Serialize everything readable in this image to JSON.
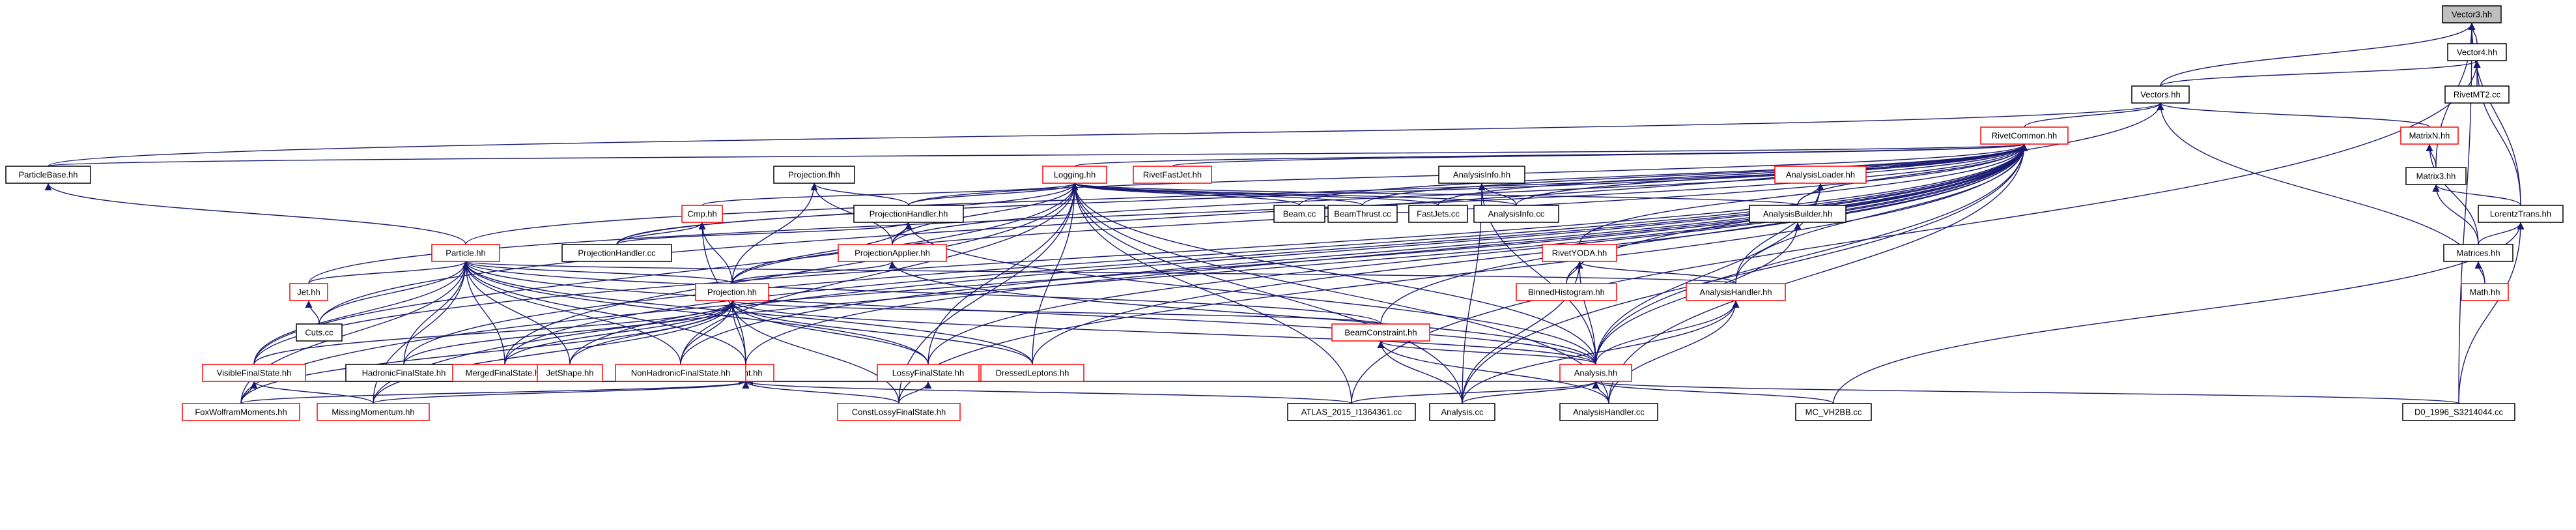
{
  "graph": {
    "nodes": [
      {
        "id": "vector3",
        "label": "Vector3.hh",
        "style": "root"
      },
      {
        "id": "vector4",
        "label": "Vector4.hh",
        "style": "black"
      },
      {
        "id": "vectors",
        "label": "Vectors.hh",
        "style": "black"
      },
      {
        "id": "rivetmt2",
        "label": "RivetMT2.cc",
        "style": "black"
      },
      {
        "id": "rivetcommon",
        "label": "RivetCommon.hh",
        "style": "red"
      },
      {
        "id": "matrixn",
        "label": "MatrixN.hh",
        "style": "red"
      },
      {
        "id": "matrix3",
        "label": "Matrix3.hh",
        "style": "black"
      },
      {
        "id": "lorentz",
        "label": "LorentzTrans.hh",
        "style": "black"
      },
      {
        "id": "matrices",
        "label": "Matrices.hh",
        "style": "black"
      },
      {
        "id": "math",
        "label": "Math.hh",
        "style": "red"
      },
      {
        "id": "particlebase",
        "label": "ParticleBase.hh",
        "style": "black"
      },
      {
        "id": "projectionfwd",
        "label": "Projection.fhh",
        "style": "black"
      },
      {
        "id": "logging",
        "label": "Logging.hh",
        "style": "red"
      },
      {
        "id": "rivetfastjet",
        "label": "RivetFastJet.hh",
        "style": "red"
      },
      {
        "id": "analysisinfo",
        "label": "AnalysisInfo.hh",
        "style": "black"
      },
      {
        "id": "analysisloader",
        "label": "AnalysisLoader.hh",
        "style": "red"
      },
      {
        "id": "cmp",
        "label": "Cmp.hh",
        "style": "red"
      },
      {
        "id": "projectionhandler",
        "label": "ProjectionHandler.hh",
        "style": "black"
      },
      {
        "id": "beam",
        "label": "Beam.cc",
        "style": "black"
      },
      {
        "id": "beamthrust",
        "label": "BeamThrust.cc",
        "style": "black"
      },
      {
        "id": "fastjets",
        "label": "FastJets.cc",
        "style": "black"
      },
      {
        "id": "analysisinfocc",
        "label": "AnalysisInfo.cc",
        "style": "black"
      },
      {
        "id": "analysisbuilder",
        "label": "AnalysisBuilder.hh",
        "style": "black"
      },
      {
        "id": "projectionhandlercc",
        "label": "ProjectionHandler.cc",
        "style": "black"
      },
      {
        "id": "projectionapplier",
        "label": "ProjectionApplier.hh",
        "style": "red"
      },
      {
        "id": "rivetyoda",
        "label": "RivetYODA.hh",
        "style": "red"
      },
      {
        "id": "particle",
        "label": "Particle.hh",
        "style": "red"
      },
      {
        "id": "binnedhistogram",
        "label": "BinnedHistogram.hh",
        "style": "red"
      },
      {
        "id": "analysishandler",
        "label": "AnalysisHandler.hh",
        "style": "red"
      },
      {
        "id": "jet",
        "label": "Jet.hh",
        "style": "red"
      },
      {
        "id": "projection",
        "label": "Projection.hh",
        "style": "red"
      },
      {
        "id": "cuts",
        "label": "Cuts.cc",
        "style": "black"
      },
      {
        "id": "beamconstraint",
        "label": "BeamConstraint.hh",
        "style": "red"
      },
      {
        "id": "event",
        "label": "Event.hh",
        "style": "red"
      },
      {
        "id": "visiblefs",
        "label": "VisibleFinalState.hh",
        "style": "red"
      },
      {
        "id": "hadronicfs",
        "label": "HadronicFinalState.hh",
        "style": "black"
      },
      {
        "id": "mergedfs",
        "label": "MergedFinalState.hh",
        "style": "red"
      },
      {
        "id": "jetshape",
        "label": "JetShape.hh",
        "style": "red"
      },
      {
        "id": "nonhadronicfs",
        "label": "NonHadronicFinalState.hh",
        "style": "red"
      },
      {
        "id": "lossyfs",
        "label": "LossyFinalState.hh",
        "style": "red"
      },
      {
        "id": "dressedleptons",
        "label": "DressedLeptons.hh",
        "style": "red"
      },
      {
        "id": "analysis",
        "label": "Analysis.hh",
        "style": "red"
      },
      {
        "id": "foxwolfram",
        "label": "FoxWolframMoments.hh",
        "style": "red"
      },
      {
        "id": "missingmomentum",
        "label": "MissingMomentum.hh",
        "style": "red"
      },
      {
        "id": "constlossyfs",
        "label": "ConstLossyFinalState.hh",
        "style": "red"
      },
      {
        "id": "atlas",
        "label": "ATLAS_2015_I1364361.cc",
        "style": "black"
      },
      {
        "id": "analysiscc",
        "label": "Analysis.cc",
        "style": "black"
      },
      {
        "id": "analysishandlercc",
        "label": "AnalysisHandler.cc",
        "style": "black"
      },
      {
        "id": "mcvh2bb",
        "label": "MC_VH2BB.cc",
        "style": "black"
      },
      {
        "id": "d0",
        "label": "D0_1996_S3214044.cc",
        "style": "black"
      }
    ],
    "edges": [
      [
        "vector4",
        "vector3"
      ],
      [
        "vectors",
        "vector3"
      ],
      [
        "matrix3",
        "vector3"
      ],
      [
        "lorentz",
        "vector3"
      ],
      [
        "d0",
        "vector3"
      ],
      [
        "vectors",
        "vector4"
      ],
      [
        "rivetmt2",
        "vector4"
      ],
      [
        "lorentz",
        "vector4"
      ],
      [
        "atlas",
        "vector4"
      ],
      [
        "rivetcommon",
        "vectors"
      ],
      [
        "matrixn",
        "vectors"
      ],
      [
        "particlebase",
        "vectors"
      ],
      [
        "cuts",
        "vectors"
      ],
      [
        "math",
        "vectors"
      ],
      [
        "matrix3",
        "matrixn"
      ],
      [
        "matrices",
        "matrixn"
      ],
      [
        "lorentz",
        "matrix3"
      ],
      [
        "matrices",
        "matrix3"
      ],
      [
        "matrices",
        "lorentz"
      ],
      [
        "mcvh2bb",
        "lorentz"
      ],
      [
        "d0",
        "lorentz"
      ],
      [
        "math",
        "matrices"
      ],
      [
        "particlebase",
        "rivetcommon"
      ],
      [
        "logging",
        "rivetcommon"
      ],
      [
        "projectionhandler",
        "rivetcommon"
      ],
      [
        "projectionapplier",
        "rivetcommon"
      ],
      [
        "beam",
        "rivetcommon"
      ],
      [
        "beamthrust",
        "rivetcommon"
      ],
      [
        "fastjets",
        "rivetcommon"
      ],
      [
        "analysisinfocc",
        "rivetcommon"
      ],
      [
        "analysisbuilder",
        "rivetcommon"
      ],
      [
        "projectionhandlercc",
        "rivetcommon"
      ],
      [
        "rivetyoda",
        "rivetcommon"
      ],
      [
        "particle",
        "rivetcommon"
      ],
      [
        "binnedhistogram",
        "rivetcommon"
      ],
      [
        "analysishandler",
        "rivetcommon"
      ],
      [
        "jet",
        "rivetcommon"
      ],
      [
        "projection",
        "rivetcommon"
      ],
      [
        "beamconstraint",
        "rivetcommon"
      ],
      [
        "visiblefs",
        "rivetcommon"
      ],
      [
        "hadronicfs",
        "rivetcommon"
      ],
      [
        "mergedfs",
        "rivetcommon"
      ],
      [
        "jetshape",
        "rivetcommon"
      ],
      [
        "nonhadronicfs",
        "rivetcommon"
      ],
      [
        "lossyfs",
        "rivetcommon"
      ],
      [
        "dressedleptons",
        "rivetcommon"
      ],
      [
        "analysis",
        "rivetcommon"
      ],
      [
        "foxwolfram",
        "rivetcommon"
      ],
      [
        "missingmomentum",
        "rivetcommon"
      ],
      [
        "constlossyfs",
        "rivetcommon"
      ],
      [
        "analysiscc",
        "rivetcommon"
      ],
      [
        "analysishandlercc",
        "rivetcommon"
      ],
      [
        "event",
        "rivetcommon"
      ],
      [
        "rivetfastjet",
        "rivetcommon"
      ],
      [
        "cmp",
        "logging"
      ],
      [
        "projectionhandler",
        "logging"
      ],
      [
        "beam",
        "logging"
      ],
      [
        "beamthrust",
        "logging"
      ],
      [
        "fastjets",
        "logging"
      ],
      [
        "analysisinfocc",
        "logging"
      ],
      [
        "analysisbuilder",
        "logging"
      ],
      [
        "projectionhandlercc",
        "logging"
      ],
      [
        "projectionapplier",
        "logging"
      ],
      [
        "analysis",
        "logging"
      ],
      [
        "analysiscc",
        "logging"
      ],
      [
        "analysishandlercc",
        "logging"
      ],
      [
        "atlas",
        "logging"
      ],
      [
        "lossyfs",
        "logging"
      ],
      [
        "dressedleptons",
        "logging"
      ],
      [
        "constlossyfs",
        "logging"
      ],
      [
        "visiblefs",
        "logging"
      ],
      [
        "mergedfs",
        "logging"
      ],
      [
        "nonhadronicfs",
        "logging"
      ],
      [
        "projection",
        "projectionfwd"
      ],
      [
        "projectionhandler",
        "projectionfwd"
      ],
      [
        "projectionapplier",
        "projectionfwd"
      ],
      [
        "analysisinfocc",
        "analysisinfo"
      ],
      [
        "analysis",
        "analysisinfo"
      ],
      [
        "analysiscc",
        "analysisinfo"
      ],
      [
        "analysisbuilder",
        "analysisloader"
      ],
      [
        "analysishandler",
        "analysisloader"
      ],
      [
        "analysis",
        "analysisloader"
      ],
      [
        "projection",
        "cmp"
      ],
      [
        "projectionhandlercc",
        "cmp"
      ],
      [
        "event",
        "cmp"
      ],
      [
        "projectionhandlercc",
        "projectionhandler"
      ],
      [
        "projectionapplier",
        "projectionhandler"
      ],
      [
        "projection",
        "projectionhandler"
      ],
      [
        "analysis",
        "projectionhandler"
      ],
      [
        "projection",
        "projectionapplier"
      ],
      [
        "analysis",
        "projectionapplier"
      ],
      [
        "analysis",
        "analysisbuilder"
      ],
      [
        "binnedhistogram",
        "rivetyoda"
      ],
      [
        "analysishandler",
        "rivetyoda"
      ],
      [
        "analysis",
        "rivetyoda"
      ],
      [
        "analysiscc",
        "rivetyoda"
      ],
      [
        "particlebase",
        "particlebase"
      ],
      [
        "particle",
        "particlebase"
      ],
      [
        "jet",
        "particle"
      ],
      [
        "cuts",
        "particle"
      ],
      [
        "projection",
        "particle"
      ],
      [
        "event",
        "particle"
      ],
      [
        "visiblefs",
        "particle"
      ],
      [
        "hadronicfs",
        "particle"
      ],
      [
        "mergedfs",
        "particle"
      ],
      [
        "jetshape",
        "particle"
      ],
      [
        "nonhadronicfs",
        "particle"
      ],
      [
        "lossyfs",
        "particle"
      ],
      [
        "dressedleptons",
        "particle"
      ],
      [
        "analysis",
        "particle"
      ],
      [
        "foxwolfram",
        "particle"
      ],
      [
        "missingmomentum",
        "particle"
      ],
      [
        "analysishandler",
        "particle"
      ],
      [
        "beamconstraint",
        "particle"
      ],
      [
        "cuts",
        "jet"
      ],
      [
        "analysis",
        "analysishandler"
      ],
      [
        "analysishandlercc",
        "analysishandler"
      ],
      [
        "analysiscc",
        "analysishandler"
      ],
      [
        "event",
        "projection"
      ],
      [
        "visiblefs",
        "projection"
      ],
      [
        "hadronicfs",
        "projection"
      ],
      [
        "mergedfs",
        "projection"
      ],
      [
        "jetshape",
        "projection"
      ],
      [
        "nonhadronicfs",
        "projection"
      ],
      [
        "lossyfs",
        "projection"
      ],
      [
        "dressedleptons",
        "projection"
      ],
      [
        "foxwolfram",
        "projection"
      ],
      [
        "missingmomentum",
        "projection"
      ],
      [
        "constlossyfs",
        "projection"
      ],
      [
        "beamconstraint",
        "projection"
      ],
      [
        "analysis",
        "projection"
      ],
      [
        "analysis",
        "beamconstraint"
      ],
      [
        "analysiscc",
        "beamconstraint"
      ],
      [
        "analysishandlercc",
        "beamconstraint"
      ],
      [
        "visiblefs",
        "event"
      ],
      [
        "hadronicfs",
        "event"
      ],
      [
        "mergedfs",
        "event"
      ],
      [
        "jetshape",
        "event"
      ],
      [
        "nonhadronicfs",
        "event"
      ],
      [
        "lossyfs",
        "event"
      ],
      [
        "dressedleptons",
        "event"
      ],
      [
        "analysis",
        "event"
      ],
      [
        "foxwolfram",
        "event"
      ],
      [
        "missingmomentum",
        "event"
      ],
      [
        "constlossyfs",
        "event"
      ],
      [
        "atlas",
        "event"
      ],
      [
        "foxwolfram",
        "visiblefs"
      ],
      [
        "missingmomentum",
        "visiblefs"
      ],
      [
        "constlossyfs",
        "lossyfs"
      ],
      [
        "atlas",
        "analysis"
      ],
      [
        "analysiscc",
        "analysis"
      ],
      [
        "analysishandlercc",
        "analysis"
      ],
      [
        "mcvh2bb",
        "analysis"
      ],
      [
        "d0",
        "analysis"
      ]
    ]
  }
}
